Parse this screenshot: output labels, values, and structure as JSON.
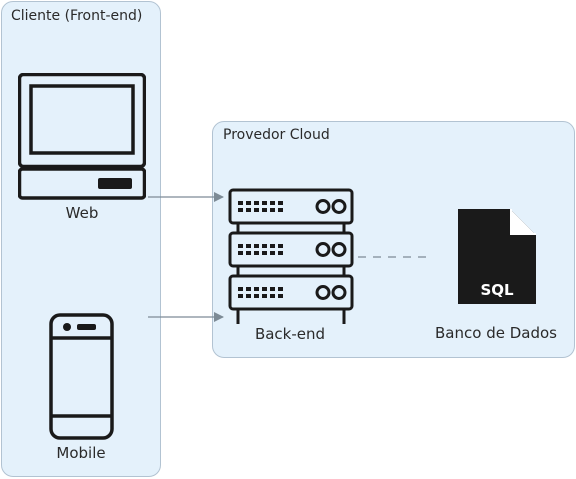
{
  "groups": {
    "client": {
      "title": "Cliente (Front-end)"
    },
    "cloud": {
      "title": "Provedor Cloud"
    }
  },
  "nodes": {
    "web": {
      "label": "Web",
      "icon": "desktop-computer-icon"
    },
    "mobile": {
      "label": "Mobile",
      "icon": "smartphone-icon"
    },
    "backend": {
      "label": "Back-end",
      "icon": "server-rack-icon"
    },
    "database": {
      "label": "Banco de Dados",
      "icon": "sql-file-icon",
      "badge": "SQL"
    }
  },
  "edges": [
    {
      "from": "web",
      "to": "backend",
      "style": "solid-arrow"
    },
    {
      "from": "mobile",
      "to": "backend",
      "style": "solid-arrow"
    },
    {
      "from": "backend",
      "to": "database",
      "style": "dashed"
    }
  ],
  "colors": {
    "group_fill": "#e4f1fb",
    "group_border": "#b2c3d2",
    "icon": "#1a1a1a",
    "edge": "#7d8b96"
  }
}
